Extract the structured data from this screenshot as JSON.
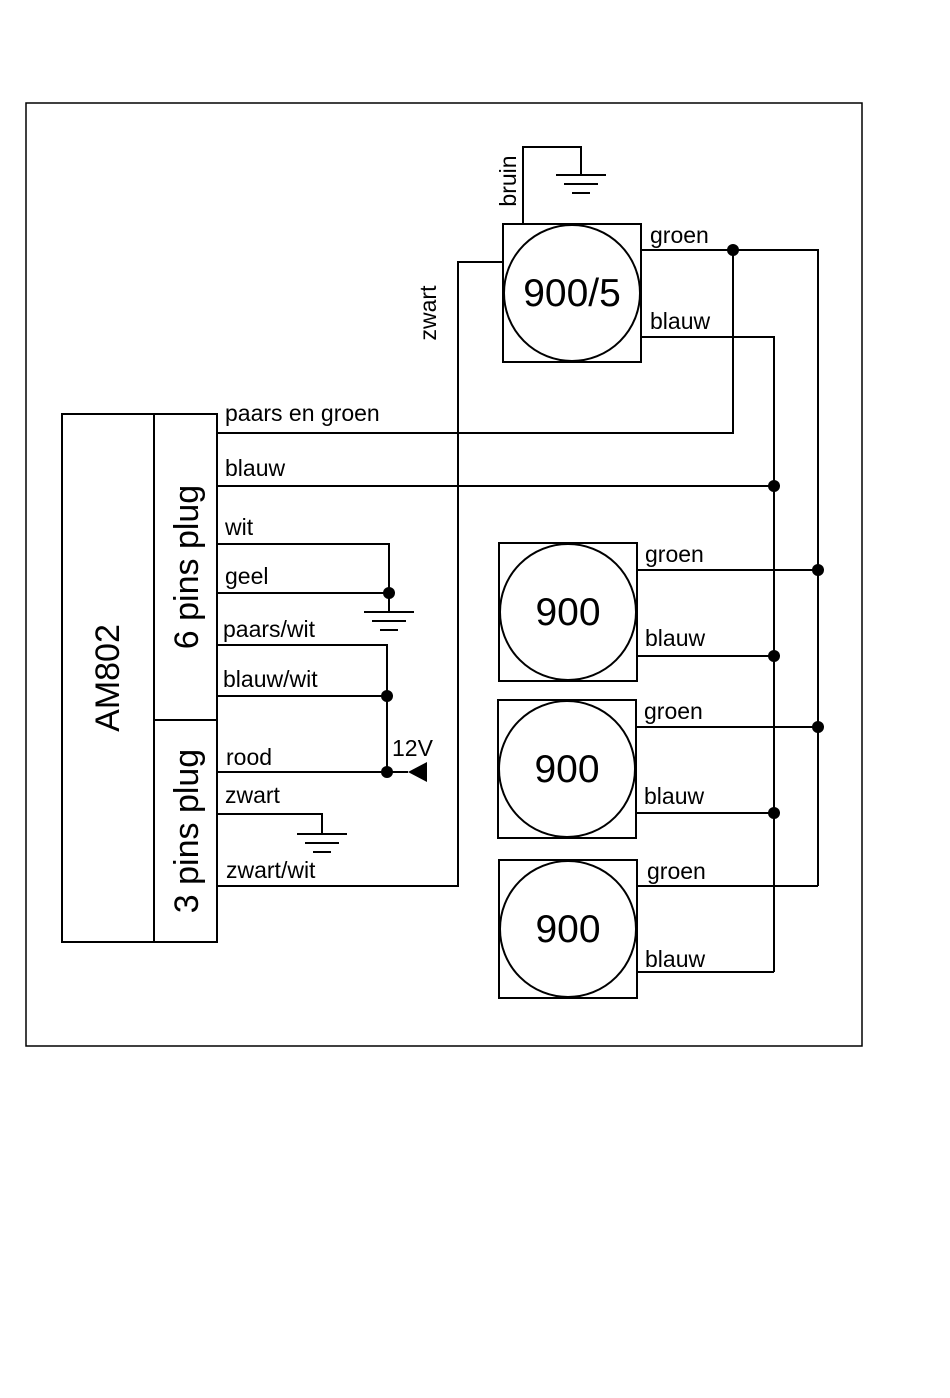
{
  "colors": {
    "line": "#000000",
    "background": "#ffffff"
  },
  "controller": {
    "name": "AM802",
    "six_pin_plug": "6 pins plug",
    "three_pin_plug": "3 pins plug"
  },
  "wires": {
    "paars_en_groen": "paars en groen",
    "blauw": "blauw",
    "wit": "wit",
    "geel": "geel",
    "paars_wit": "paars/wit",
    "blauw_wit": "blauw/wit",
    "rood": "rood",
    "zwart": "zwart",
    "zwart_wit": "zwart/wit",
    "supply": "12V"
  },
  "master_unit": {
    "name": "900/5",
    "top_wire": "bruin",
    "left_wire": "zwart",
    "green_wire": "groen",
    "blue_wire": "blauw"
  },
  "slave_units": [
    {
      "name": "900",
      "green_wire": "groen",
      "blue_wire": "blauw"
    },
    {
      "name": "900",
      "green_wire": "groen",
      "blue_wire": "blauw"
    },
    {
      "name": "900",
      "green_wire": "groen",
      "blue_wire": "blauw"
    }
  ]
}
